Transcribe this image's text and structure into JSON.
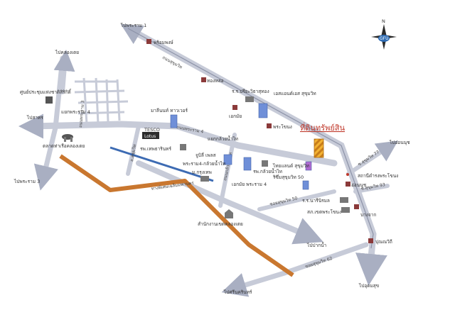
{
  "compass": {
    "north_label": "N",
    "brand": "GFU"
  },
  "title_site": "ที่ดินทรัพย์สิน",
  "roads": {
    "sukhumvit": "ถนนสุขุมวิท",
    "rama4": "ถนนพระราม 4",
    "express": "ทางพิเศษเฉลิมมหานคร",
    "sukhumvit77": "ซ.สุขุมวิท 77",
    "sukhumvit50": "ซอยสุขุมวิท 50",
    "sukhumvit62": "ซอยสุขุมวิท 62",
    "sukhumvit93": "ซ.สุขุมวิท 93",
    "soi_sukhumvit_101": "ถ.สุขุมวิท",
    "prakhanong_road": "ถนนสุขุมวิท",
    "kluaynamthai": "ถนนกล้วยน้ำไท",
    "rama3": "ถนนพระราม 3"
  },
  "directions": {
    "to_rama1": "ไปพระราม 1",
    "to_klongtoei_top": "ไปคลองเตย",
    "to_sathorn": "ไปสาทร",
    "to_rama3": "ไปพระราม 3",
    "to_paknam": "ไปปากน้ำ",
    "to_srinakarin": "ไปศรีนครินทร์",
    "to_bangna": "ไปอ่อนนุช",
    "to_samutprakan": "ไปอุดมสุข"
  },
  "stations": {
    "phrom_phong": "พร้อมพงษ์",
    "thong_lo": "ทองหล่อ",
    "ekkamai": "เอกมัย",
    "phra_khanong": "พระโขนง",
    "on_nut": "อ่อนนุช",
    "bang_chak": "บางจาก",
    "punnawithi": "ปุณณวิถี"
  },
  "places": {
    "qsncc": "ศูนย์ประชุมแห่งชาติสิริกิติ์",
    "klongtoei_market": "ตลาดท่าเรือคลองเตย",
    "rama4_junction": "แยกพระราม 4",
    "mercury_tower": "มาลีนนท์ ทาวเวอร์",
    "lotus": "Lotus",
    "tesco_label": "TESCO",
    "kluaynamthai_junction": "แยกกล้วยน้ำไท",
    "thepcharin_hosp": "รพ.เทพธารินทร์",
    "jubilee_place": "จูบิลี่ เพลส",
    "rama4_kluay": "พระราม4-กล้วยน้ำไท",
    "bangkok_uni": "ม.กรุงเทพ",
    "kluaynamthai_hosp": "รพ.กล้วยน้ำไท",
    "ekkamai_rama4": "เอกมัย พระราม 4",
    "school_wattana": "ร.ร.ปรียะวิธาสุทอง",
    "sukhumvit_tower": "เอสแอนด์เอส สุขุมวิท",
    "thai_sukhumvit": "ไทยแลนด์ สุขุมวิท",
    "rq_sukhumvit50": "ริซึ่มสุขุมวิท 50",
    "school_narinom": "ร.ร.นารีนิรมล",
    "prakhanong_police": "สภ.เขตพระโขนง",
    "prakhanong_district": "สถานีดำรงพระโขนง",
    "klongtoei_office": "สำนักงานเขตคลองเตย"
  },
  "colors": {
    "road": "#c7cbd8",
    "road_edge": "#aab0c0",
    "express": "#c9772f",
    "canal": "#3d6bb3",
    "bts": "#a8adbc",
    "building": "#6f8fd8",
    "site": "#e8a02a"
  }
}
